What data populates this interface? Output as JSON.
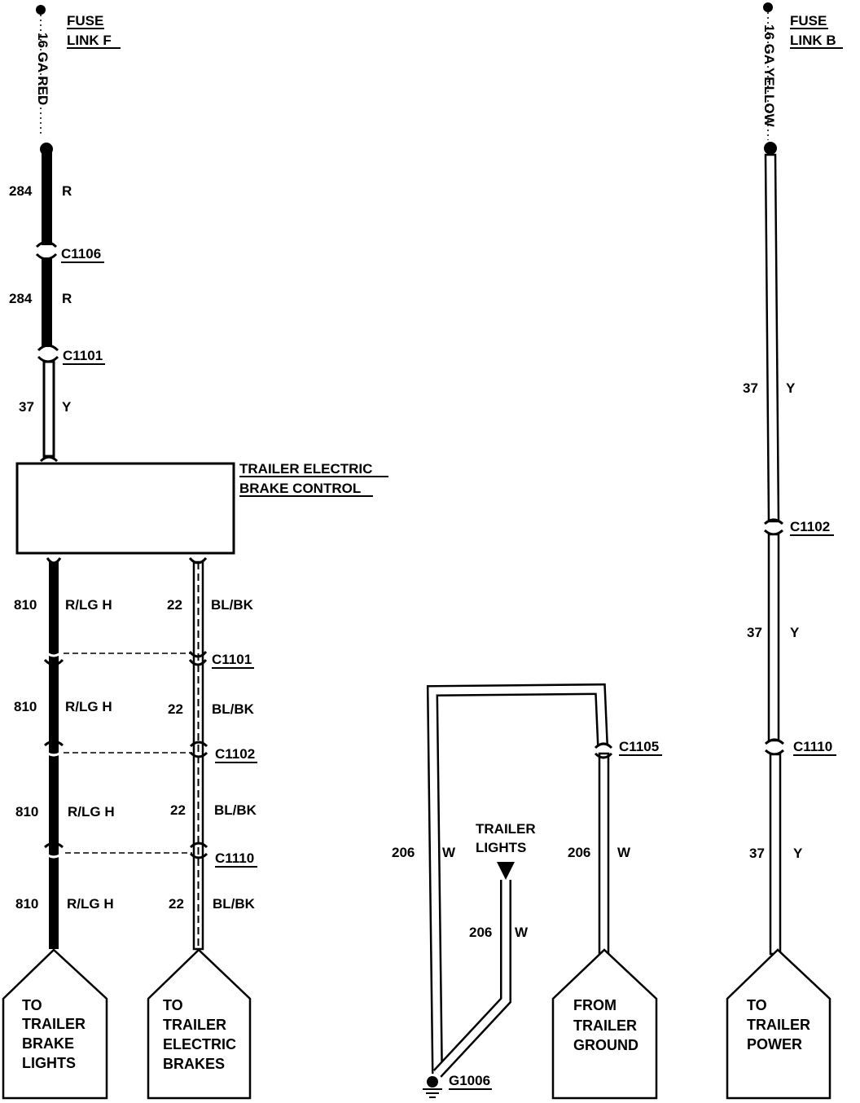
{
  "fuses": {
    "left": {
      "line1": "FUSE",
      "line2": "LINK F",
      "gauge": "16 GA RED"
    },
    "right": {
      "line1": "FUSE",
      "line2": "LINK B",
      "gauge": "16 GA YELLOW"
    }
  },
  "module": {
    "line1": "TRAILER ELECTRIC",
    "line2": "BRAKE CONTROL"
  },
  "connectors": {
    "c1106": "C1106",
    "c1101_top": "C1101",
    "c1101": "C1101",
    "c1102": "C1102",
    "c1110": "C1110",
    "c1105": "C1105",
    "c1102_right": "C1102",
    "c1110_right": "C1110",
    "g1006": "G1006"
  },
  "wires": {
    "w284a": {
      "num": "284",
      "color": "R"
    },
    "w284b": {
      "num": "284",
      "color": "R"
    },
    "w37": {
      "num": "37",
      "color": "Y"
    },
    "w810a": {
      "num": "810",
      "color": "R/LG H"
    },
    "w810b": {
      "num": "810",
      "color": "R/LG H"
    },
    "w810c": {
      "num": "810",
      "color": "R/LG H"
    },
    "w810d": {
      "num": "810",
      "color": "R/LG H"
    },
    "w22a": {
      "num": "22",
      "color": "BL/BK"
    },
    "w22b": {
      "num": "22",
      "color": "BL/BK"
    },
    "w22c": {
      "num": "22",
      "color": "BL/BK"
    },
    "w22d": {
      "num": "22",
      "color": "BL/BK"
    },
    "w206a": {
      "num": "206",
      "color": "W"
    },
    "w206b": {
      "num": "206",
      "color": "W"
    },
    "w206c": {
      "num": "206",
      "color": "W"
    },
    "w37r1": {
      "num": "37",
      "color": "Y"
    },
    "w37r2": {
      "num": "37",
      "color": "Y"
    },
    "w37r3": {
      "num": "37",
      "color": "Y"
    }
  },
  "trailer_lights": {
    "line1": "TRAILER",
    "line2": "LIGHTS"
  },
  "terminals": {
    "t1": {
      "line1": "TO",
      "line2": "TRAILER",
      "line3": "BRAKE",
      "line4": "LIGHTS"
    },
    "t2": {
      "line1": "TO",
      "line2": "TRAILER",
      "line3": "ELECTRIC",
      "line4": "BRAKES"
    },
    "t3": {
      "line1": "FROM",
      "line2": "TRAILER",
      "line3": "GROUND"
    },
    "t4": {
      "line1": "TO",
      "line2": "TRAILER",
      "line3": "POWER"
    }
  }
}
